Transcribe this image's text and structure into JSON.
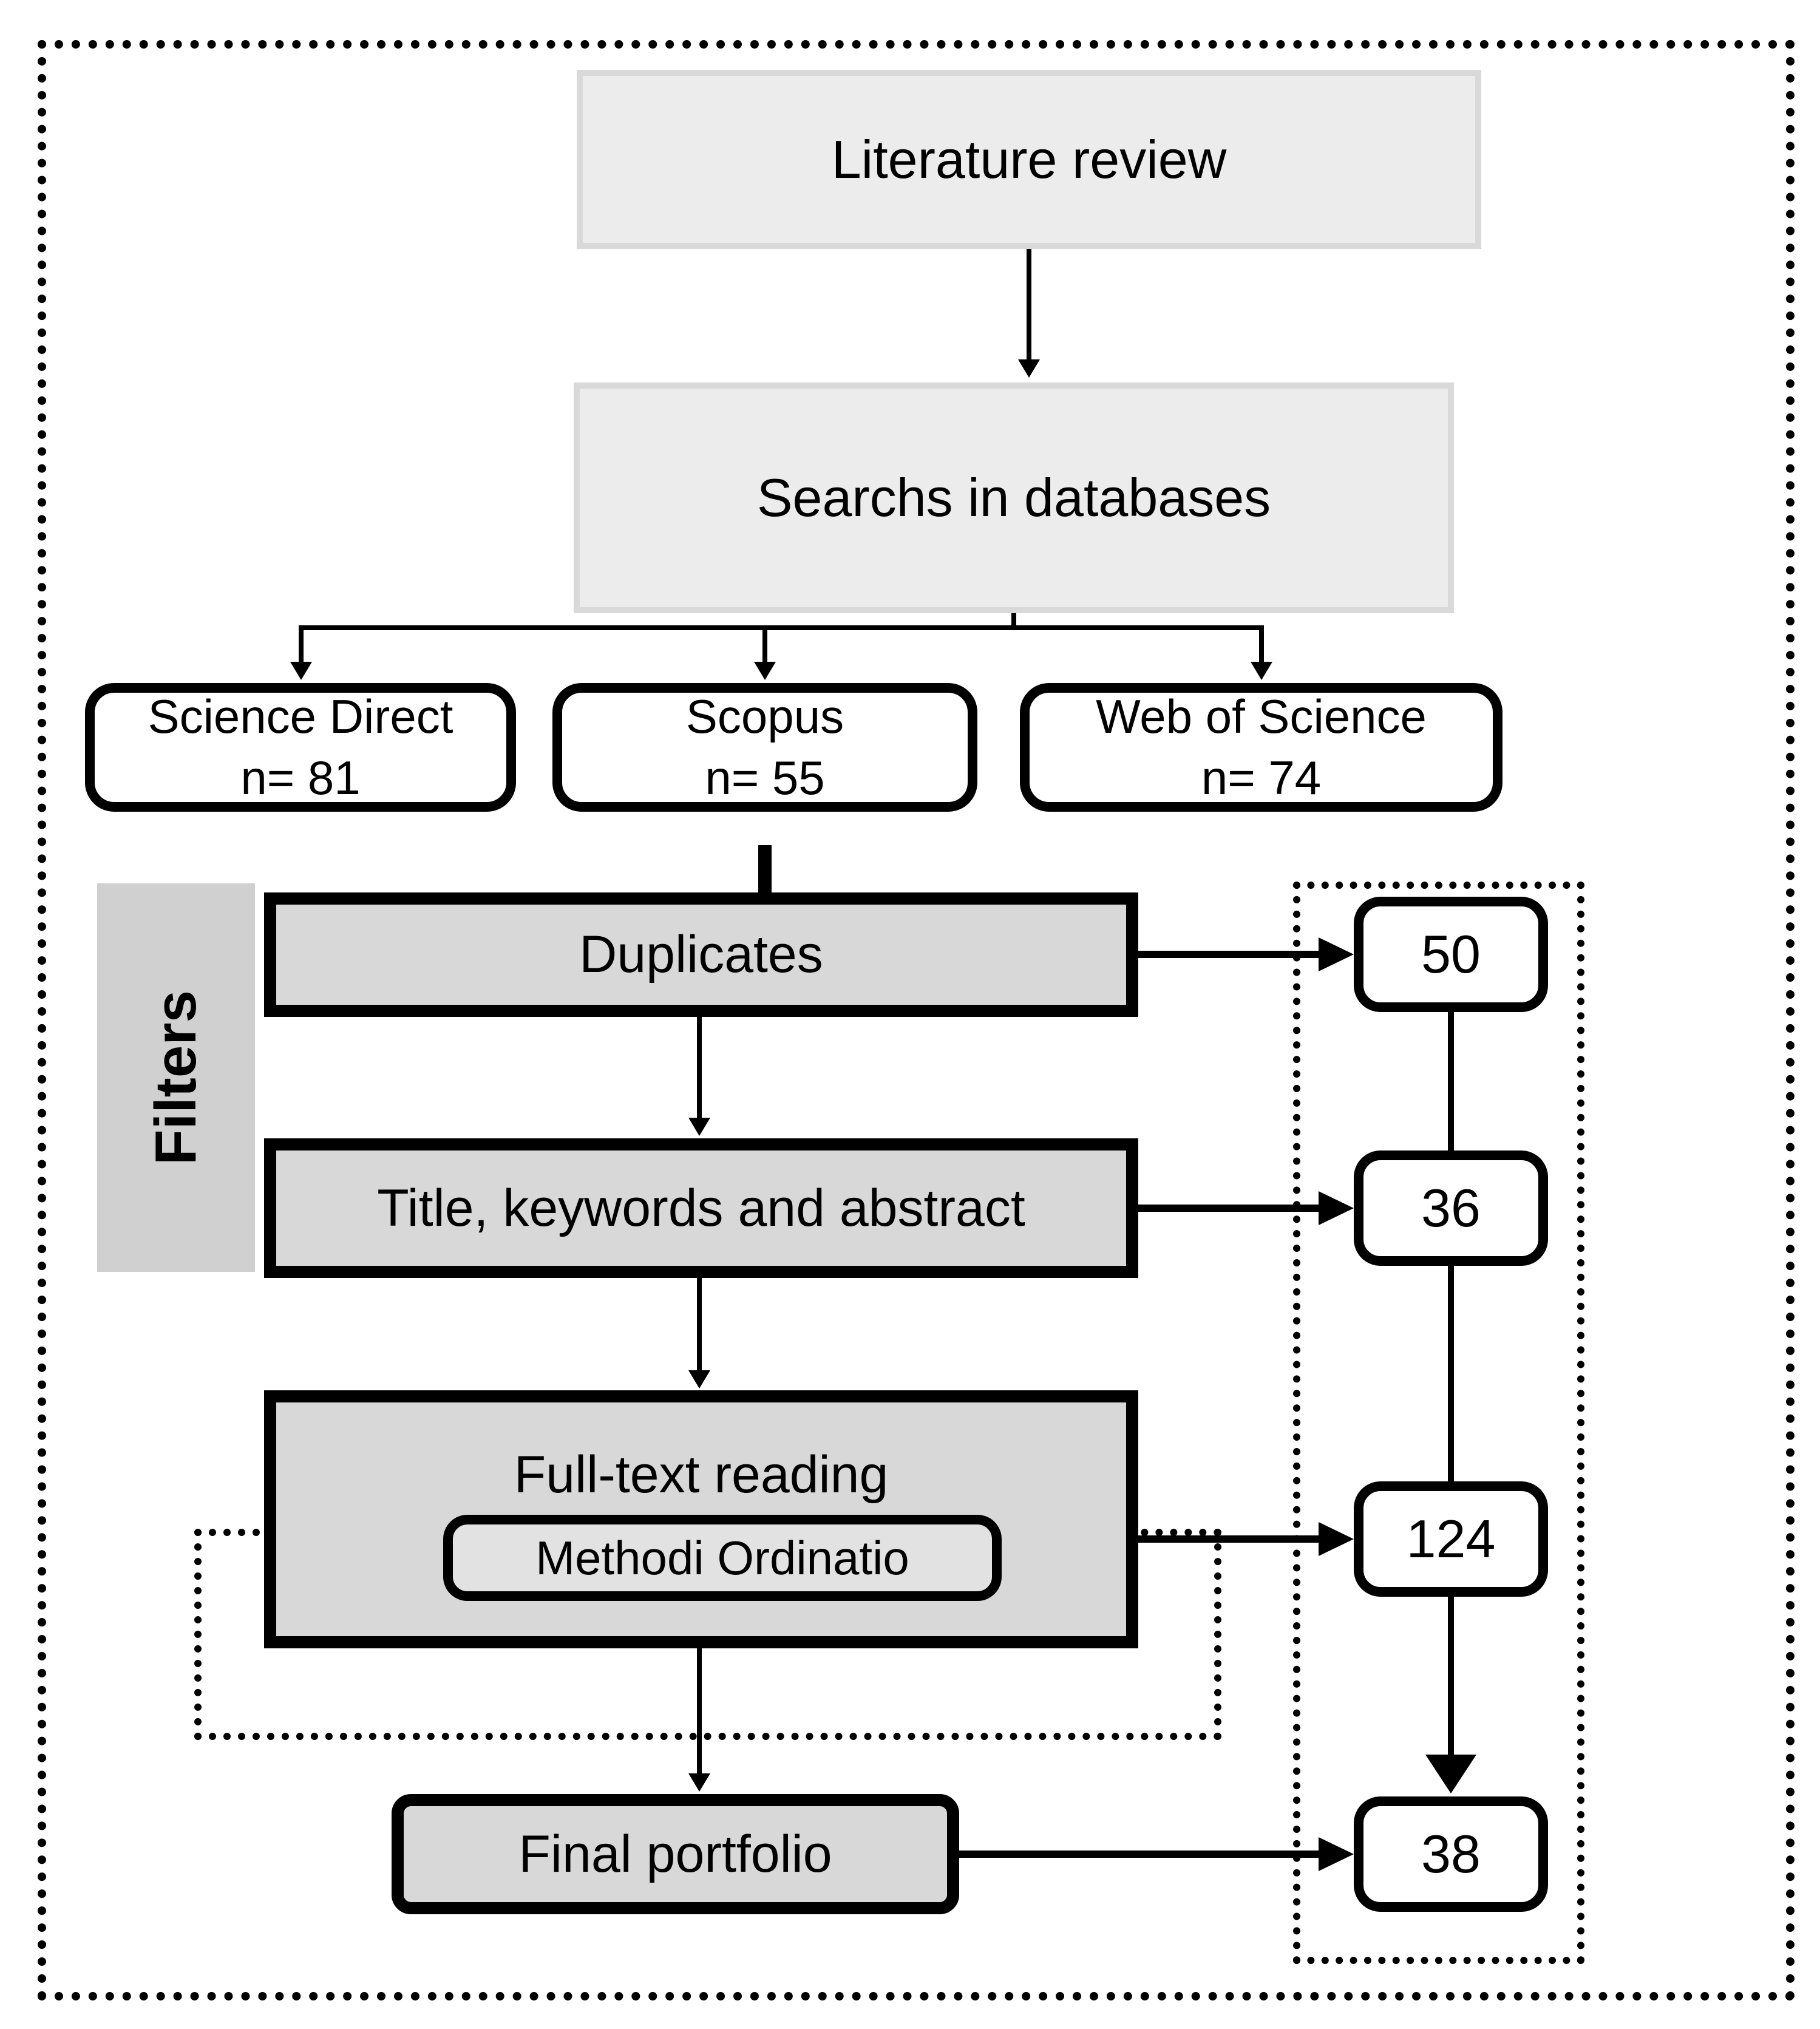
{
  "flow": {
    "literature_review": "Literature review",
    "searches_in_databases": "Searchs in databases"
  },
  "databases": [
    {
      "name": "Science Direct",
      "count": "n= 81"
    },
    {
      "name": "Scopus",
      "count": "n= 55"
    },
    {
      "name": "Web of Science",
      "count": "n= 74"
    }
  ],
  "filters": {
    "sidebar_label": "Filters",
    "steps": [
      {
        "name": "Duplicates",
        "result": "50"
      },
      {
        "name": "Title, keywords and abstract",
        "result": "36"
      },
      {
        "name": "Full-text reading",
        "method": "Methodi Ordinatio",
        "result": "124"
      },
      {
        "name": "Final portfolio",
        "result": "38"
      }
    ]
  },
  "colors": {
    "light_box_fill": "#ececec",
    "light_box_border": "#d9d9d9",
    "gray_box_fill": "#d8d8d8",
    "methodi_fill": "#e2e2e2",
    "filters_fill": "#d0d0d0",
    "line_color": "#000000"
  }
}
